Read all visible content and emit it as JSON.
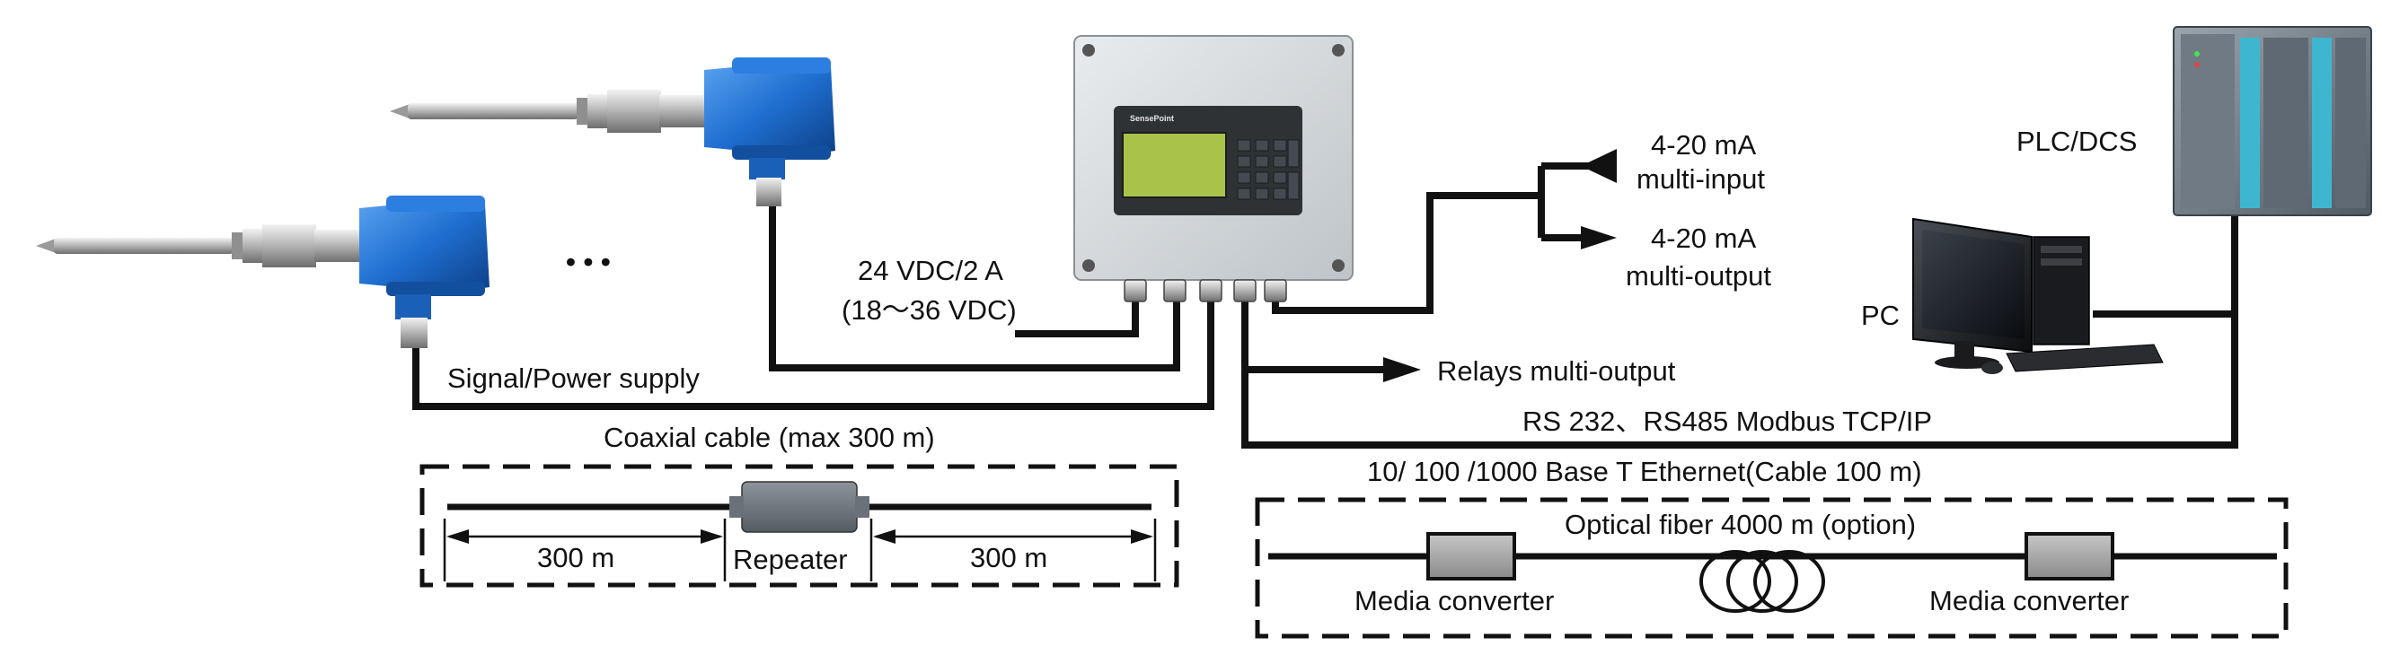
{
  "controller": {
    "brand": "SensePoint"
  },
  "power": {
    "line1": "24 VDC/2 A",
    "line2": "(18～36 VDC)"
  },
  "sensors": {
    "ellipsis": "• • •",
    "signal_label": "Signal/Power supply",
    "coax_label": "Coaxial cable (max 300 m)"
  },
  "repeater_box": {
    "left_distance": "300 m",
    "repeater_label": "Repeater",
    "right_distance": "300 m"
  },
  "analog": {
    "input_line1": "4-20 mA",
    "input_line2": "multi-input",
    "output_line1": "4-20 mA",
    "output_line2": "multi-output"
  },
  "relays_label": "Relays multi-output",
  "comms": {
    "protocols": "RS 232、RS485 Modbus TCP/IP",
    "ethernet": "10/ 100 /1000 Base T Ethernet(Cable 100 m)"
  },
  "fiber_box": {
    "fiber_label": "Optical fiber 4000 m (option)",
    "converter_left": "Media converter",
    "converter_right": "Media converter"
  },
  "plc_label": "PLC/DCS",
  "pc_label": "PC",
  "colors": {
    "sensor_blue": "#1f6fd1",
    "screen_green": "#a9c24a",
    "plc_cyan": "#3fb6cf",
    "enclosure_gray": "#d6dadd"
  }
}
